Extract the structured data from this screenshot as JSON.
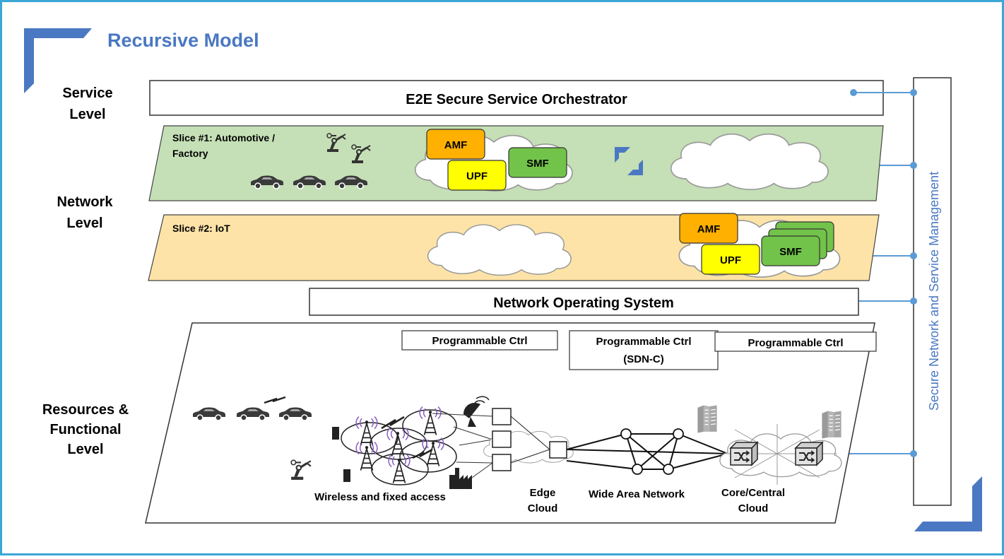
{
  "title": "Recursive Model",
  "levels": {
    "service": [
      "Service",
      "Level"
    ],
    "network": [
      "Network",
      "Level"
    ],
    "resources": [
      "Resources &",
      "Functional",
      "Level"
    ]
  },
  "orchestrator": "E2E Secure Service Orchestrator",
  "management": "Secure Network and Service Management",
  "slice1": {
    "label_line1": "Slice #1: Automotive /",
    "label_line2": "Factory",
    "functions": {
      "amf": "AMF",
      "upf": "UPF",
      "smf": "SMF"
    }
  },
  "slice2": {
    "label": "Slice #2: IoT",
    "functions": {
      "amf": "AMF",
      "upf": "UPF",
      "smf": "SMF"
    }
  },
  "nos": "Network Operating System",
  "controllers": {
    "left": "Programmable Ctrl",
    "middle_line1": "Programmable Ctrl",
    "middle_line2": "(SDN-C)",
    "right": "Programmable Ctrl"
  },
  "resources": {
    "wireless": "Wireless and fixed access",
    "edge_line1": "Edge",
    "edge_line2": "Cloud",
    "wan": "Wide Area Network",
    "core_line1": "Core/Central",
    "core_line2": "Cloud"
  },
  "colors": {
    "frame": "#3aa7d6",
    "accent_blue": "#4a78c2",
    "slice1_fill": "#c5dfb6",
    "slice2_fill": "#fde3a7",
    "amf": "#ffb000",
    "upf": "#ffff00",
    "smf": "#72c34a",
    "connector": "#5b9bd5"
  }
}
